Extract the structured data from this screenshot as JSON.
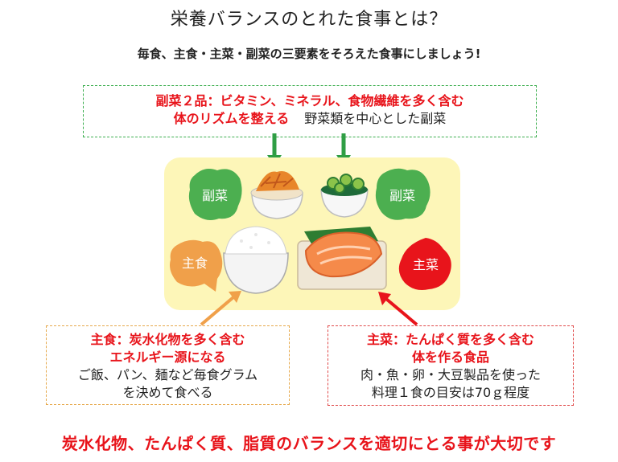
{
  "title": "栄養バランスのとれた食事とは？",
  "subtitle": "毎食、主食・主菜・副菜の三要素をそろえた食事にしましょう!",
  "side_dish_box": {
    "line1": "副菜２品：ビタミン、ミネラル、食物繊維を多く含む",
    "line2_red": "体のリズムを整える",
    "line2_black": "野菜類を中心とした副菜"
  },
  "tray_labels": {
    "side_left": "副菜",
    "side_right": "副菜",
    "staple": "主食",
    "main": "主菜"
  },
  "staple_box": {
    "line1": "主食：炭水化物を多く含む",
    "line2": "エネルギー源になる",
    "line3": "ご飯、パン、麺など毎食グラム",
    "line4": "を決めて食べる"
  },
  "main_box": {
    "line1": "主菜：たんぱく質を多く含む",
    "line2": "体を作る食品",
    "line3": "肉・魚・卵・大豆製品を使った",
    "line4": "料理１食の目安は70ｇ程度"
  },
  "footer": "炭水化物、たんぱく質、脂質のバランスを適切にとる事が大切です",
  "colors": {
    "side": "#3cae4f",
    "staple": "#f0a04a",
    "main": "#e8141b",
    "tray": "#fdf6b8"
  }
}
